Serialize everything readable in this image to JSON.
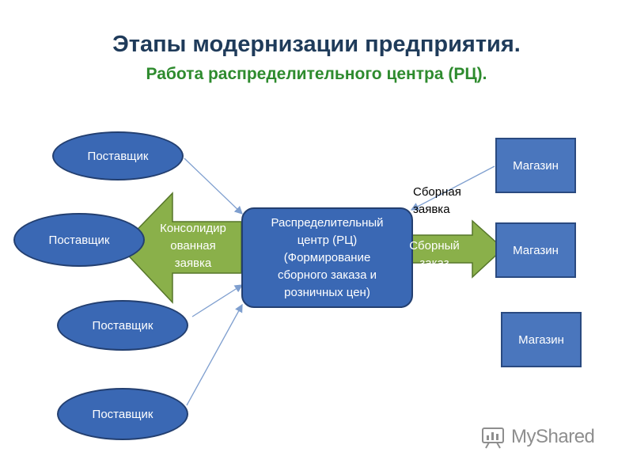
{
  "title": "Этапы модернизации предприятия.",
  "subtitle": "Работа распределительного центра (РЦ).",
  "suppliers": [
    "Поставщик",
    "Поставщик",
    "Поставщик",
    "Поставщик"
  ],
  "stores": [
    "Магазин",
    "Магазин",
    "Магазин"
  ],
  "center": {
    "lines": [
      "Распределительный",
      "центр (РЦ)",
      "(Формирование",
      "сборного заказа и",
      "розничных цен)"
    ]
  },
  "consolidated_arrow": {
    "lines": [
      "Консолидир",
      "ованная",
      "заявка"
    ]
  },
  "order_arrow": {
    "lines": [
      "Сборный",
      "заказ"
    ]
  },
  "request_note": {
    "lines": [
      "Сборная",
      "заявка"
    ]
  },
  "logo": {
    "text": "MyShared",
    "icon": "myshared-logo-icon"
  },
  "colors": {
    "title": "#1f3b5a",
    "subtitle": "#2e8b2e",
    "shape_fill": "#3a68b4",
    "arrow_fill": "#8ab04a",
    "connector": "#7f9fcf"
  }
}
